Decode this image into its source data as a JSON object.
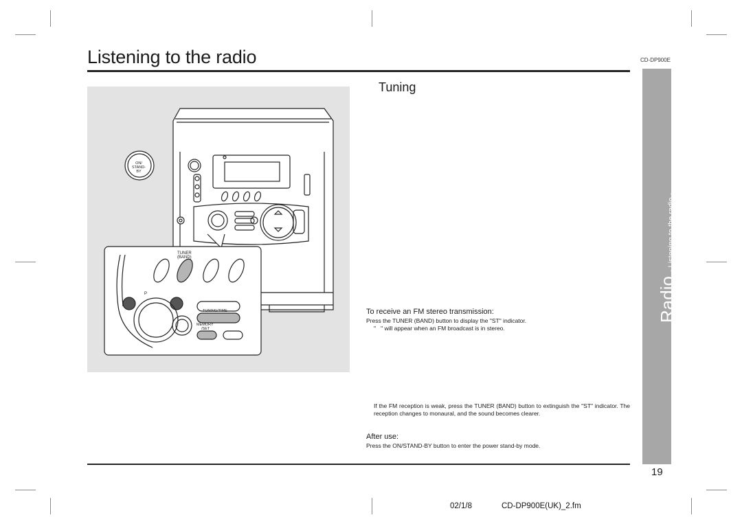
{
  "header": {
    "title": "Listening to the radio",
    "model": "CD-DP900E"
  },
  "section": {
    "heading": "Tuning"
  },
  "figure": {
    "button_on_standby": "ON/\nSTAND-BY",
    "label_tuner": "TUNER",
    "label_band": "(BAND)",
    "label_p": "P",
    "label_tuning_time": "TUNING/TIME",
    "label_memory": "MEMORY",
    "label_set": "/SET"
  },
  "fm_stereo": {
    "title": "To receive an FM stereo transmission:",
    "line1": "Press the TUNER (BAND) button to display the \"ST\" indicator.",
    "line2": "\"   \" will appear when an FM broadcast is in stereo."
  },
  "note": {
    "text": "If the FM reception is weak, press the TUNER (BAND) button to extinguish the \"ST\" indicator. The reception changes to monaural, and the sound becomes clearer."
  },
  "after_use": {
    "title": "After use:",
    "text": "Press the ON/STAND-BY button to enter the power stand-by mode."
  },
  "side_tab": {
    "main": "Radio",
    "sub": "- Listening to the radio -"
  },
  "page_number": "19",
  "footer": {
    "date": "02/1/8",
    "file": "CD-DP900E(UK)_2.fm"
  }
}
